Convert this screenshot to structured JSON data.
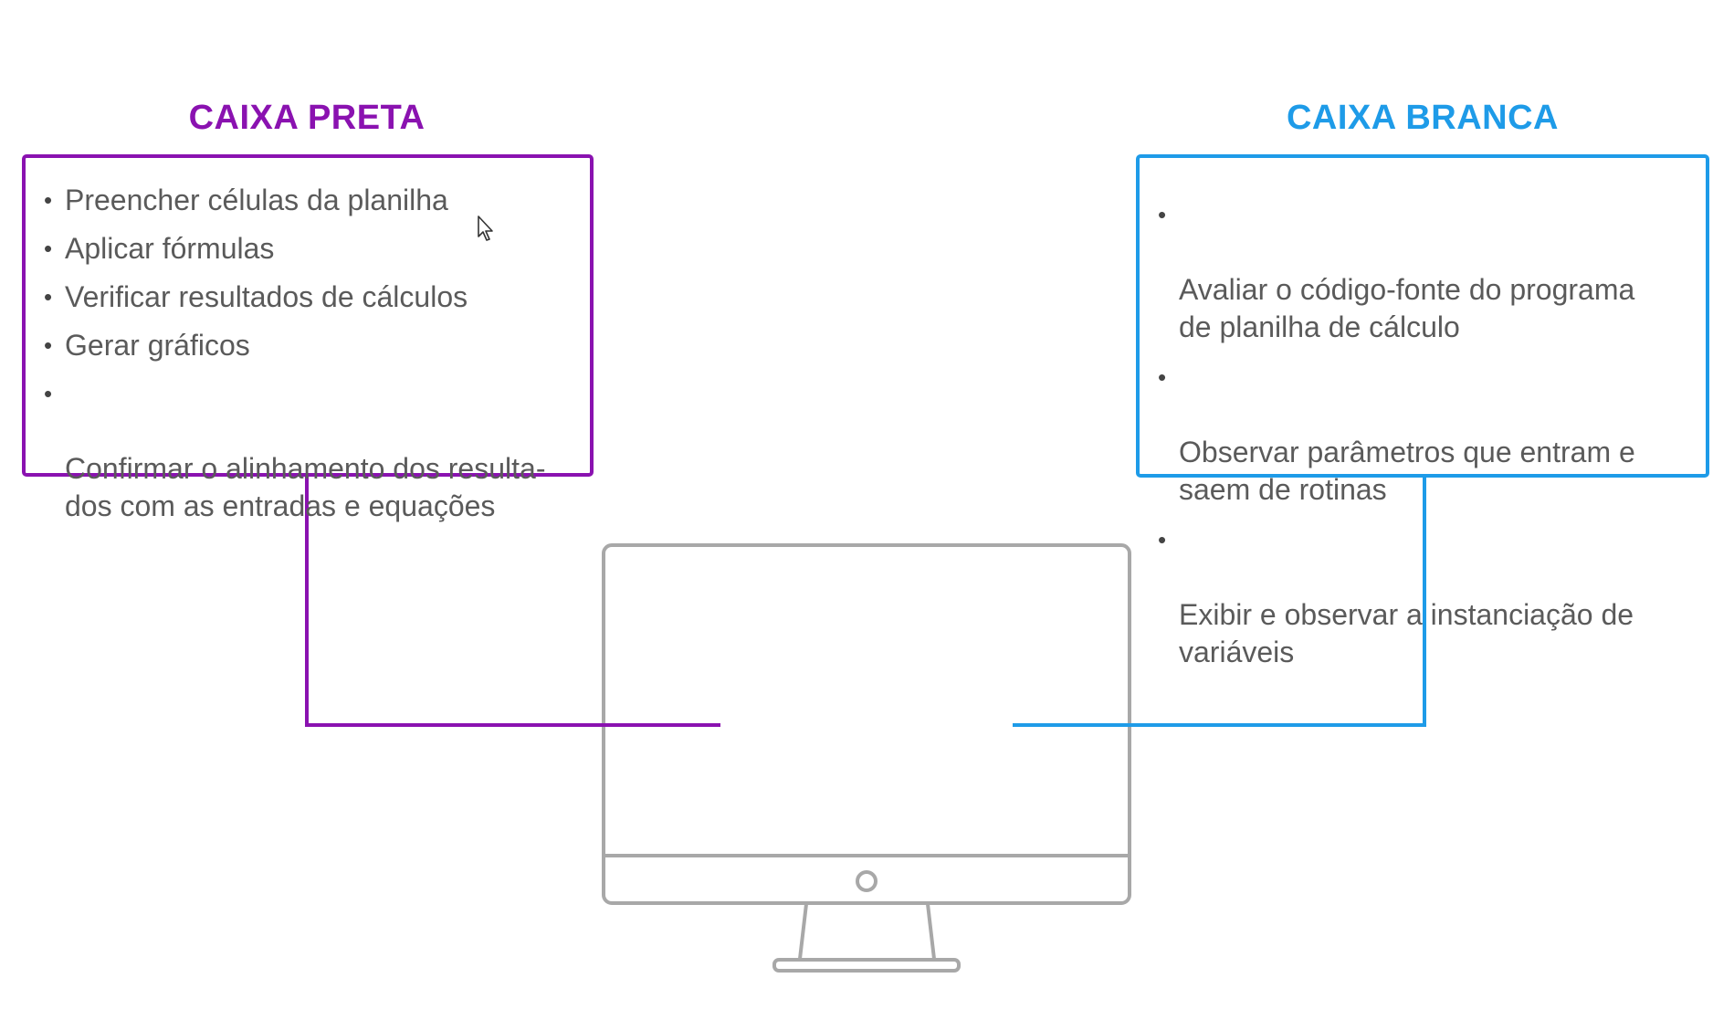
{
  "black_box": {
    "title": "CAIXA PRETA",
    "color": "#8a12b0",
    "items": [
      "Preencher células da planilha",
      "Aplicar fórmulas",
      "Verificar resultados de cálculos",
      "Gerar gráficos",
      "Confirmar o alinhamento dos resulta-\ndos com as entradas e equações"
    ]
  },
  "white_box": {
    "title": "CAIXA BRANCA",
    "color": "#1e9be8",
    "items": [
      "Avaliar o código-fonte do programa\nde planilha de cálculo",
      "Observar parâmetros que entram e\nsaem de rotinas",
      "Exibir e observar a instanciação de\nvariáveis"
    ]
  },
  "bullet": "•",
  "monitor": {
    "icon": "computer-monitor-icon",
    "stroke_color": "#a8a8a8"
  },
  "cursor_icon": "mouse-pointer-icon"
}
